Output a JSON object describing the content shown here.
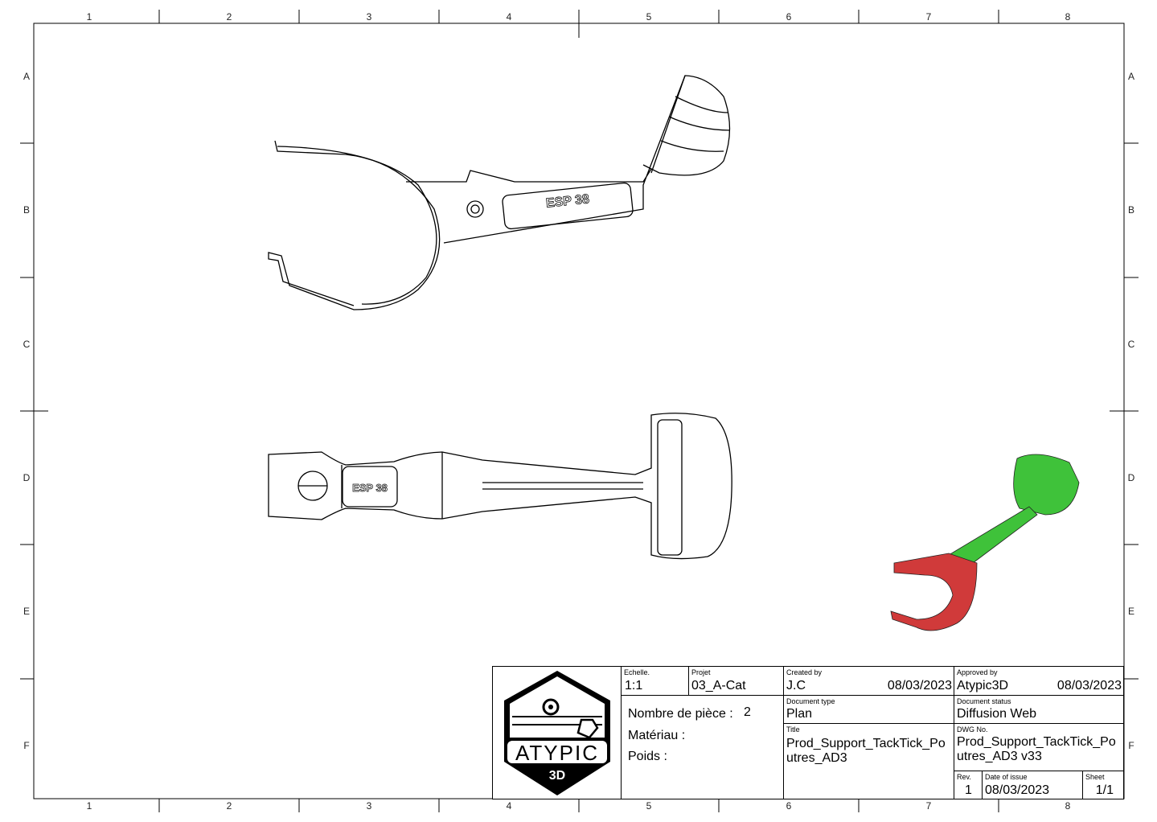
{
  "frame": {
    "columns": [
      "1",
      "2",
      "3",
      "4",
      "5",
      "6",
      "7",
      "8"
    ],
    "rows": [
      "A",
      "B",
      "C",
      "D",
      "E",
      "F"
    ]
  },
  "part_engraving": "ESP 38",
  "logo": {
    "text": "ATYPIC",
    "subtext": "3D",
    "accent": "#e0161b"
  },
  "render_colors": {
    "green": "#3fc23a",
    "red": "#d03a3a"
  },
  "title_block": {
    "scale": {
      "label": "Echelle.",
      "value": "1:1"
    },
    "project": {
      "label": "Projet",
      "value": "03_A-Cat"
    },
    "created": {
      "label": "Created by",
      "value": "J.C",
      "date": "08/03/2023"
    },
    "approved": {
      "label": "Approved by",
      "value": "Atypic3D",
      "date": "08/03/2023"
    },
    "pieces": {
      "label": "Nombre de pièce :",
      "value": "2"
    },
    "material": {
      "label": "Matériau :"
    },
    "weight": {
      "label": "Poids :"
    },
    "doc_type": {
      "label": "Document type",
      "value": "Plan"
    },
    "doc_status": {
      "label": "Document status",
      "value": "Diffusion Web"
    },
    "title": {
      "label": "Title",
      "value": "Prod_Support_TackTick_Poutres_AD3"
    },
    "dwg": {
      "label": "DWG No.",
      "value": "Prod_Support_TackTick_Poutres_AD3 v33"
    },
    "rev": {
      "label": "Rev.",
      "value": "1"
    },
    "issue": {
      "label": "Date of issue",
      "value": "08/03/2023"
    },
    "sheet": {
      "label": "Sheet",
      "value": "1/1"
    }
  }
}
